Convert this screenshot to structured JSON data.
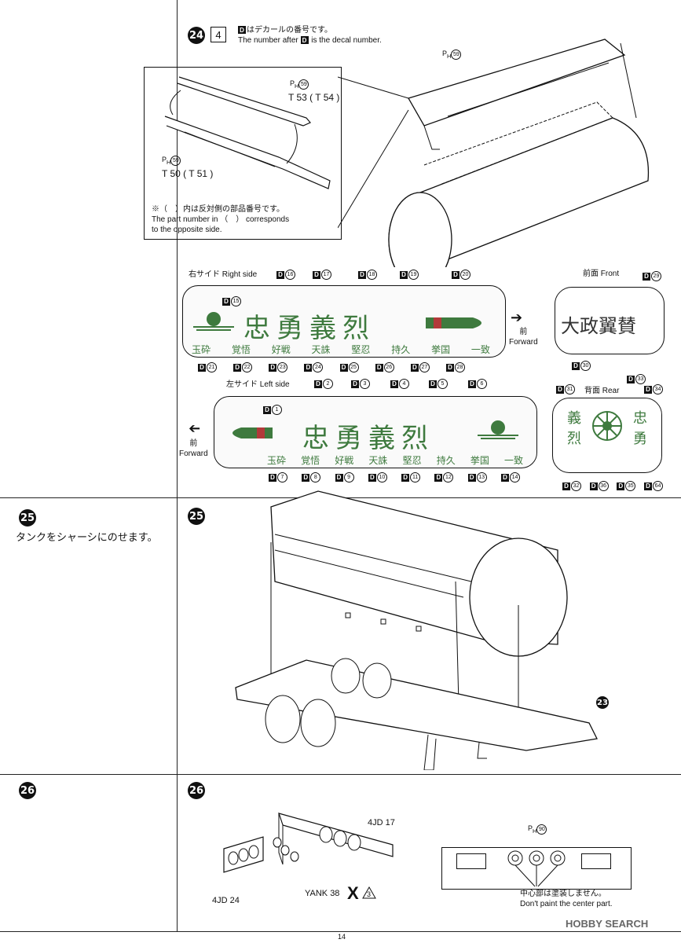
{
  "page": {
    "number": "14",
    "watermark": "HOBBY SEARCH"
  },
  "step24": {
    "num": "24",
    "box": "4",
    "note_jp": "はデカールの番号です。",
    "note_en": "The number after",
    "note_en2": "is the decal number.",
    "d_letter": "D",
    "inset_parts": {
      "ph59a": "59",
      "t53": "T 53 ( T 54 )",
      "ph59b": "59",
      "t50": "T 50 ( T 51 )"
    },
    "inset_note_jp": "※（　）内は反対側の部品番号です。",
    "inset_note_en1": "The part number in （　） corresponds",
    "inset_note_en2": "to the opposite side.",
    "ph59_main": "59",
    "right_side_label": "右サイド Right side",
    "left_side_label": "左サイド Left side",
    "front_label": "前面 Front",
    "rear_label": "背面 Rear",
    "forward_jp": "前",
    "forward_en": "Forward",
    "right_top_decals": [
      "16",
      "17",
      "18",
      "19",
      "20"
    ],
    "right_inner_decal": "15",
    "right_bottom_decals": [
      "21",
      "22",
      "23",
      "24",
      "25",
      "26",
      "27",
      "28"
    ],
    "left_top_decals": [
      "2",
      "3",
      "4",
      "5",
      "6"
    ],
    "left_inner_decal": "1",
    "left_bottom_decals": [
      "7",
      "8",
      "9",
      "10",
      "11",
      "12",
      "13",
      "14"
    ],
    "front_decals": [
      "29",
      "30"
    ],
    "rear_decals": [
      "31",
      "33",
      "34",
      "32",
      "36",
      "35",
      "64"
    ],
    "big_chars": "忠勇義烈",
    "small_chars": [
      "玉砕",
      "覚悟",
      "好戦",
      "天誅",
      "堅忍",
      "持久",
      "挙国",
      "一致"
    ],
    "front_chars": "大政翼賛",
    "rear_chars": [
      "義",
      "烈",
      "忠",
      "勇"
    ]
  },
  "step25": {
    "num": "25",
    "text_jp": "タンクをシャーシにのせます。",
    "ref": "23"
  },
  "step26": {
    "num": "26",
    "part_4jd17": "4JD 17",
    "part_4jd24": "4JD 24",
    "yank": "YANK 38",
    "x_mark": "X",
    "warn": "3",
    "ph90": "90",
    "note_jp": "中心部は塗装しません。",
    "note_en": "Don't paint the center part."
  },
  "colors": {
    "line": "#111111",
    "decal_green": "#3e7a3e",
    "decal_red": "#b23a3a",
    "grey": "#9a9a9a"
  }
}
